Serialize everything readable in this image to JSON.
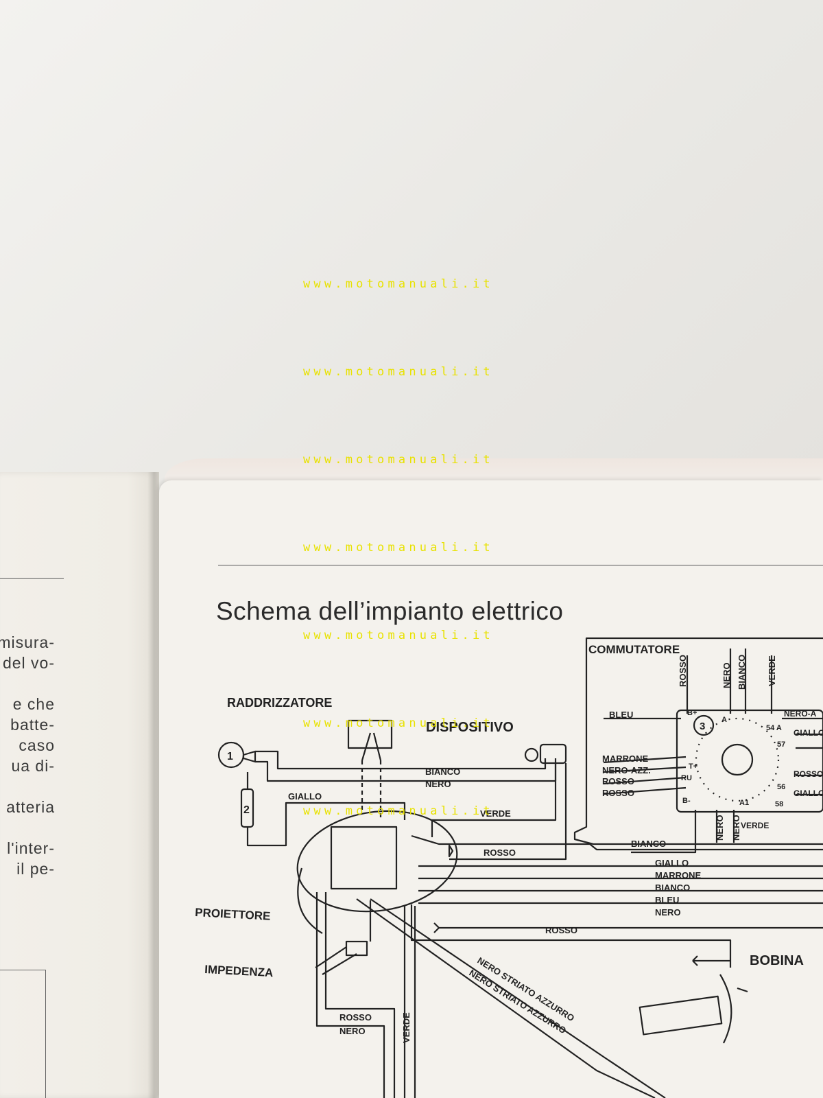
{
  "watermark": {
    "text": "www.motomanuali.it",
    "color": "#e8e200"
  },
  "left_page": {
    "lines": [
      "misura-",
      "del vo-",
      "e che",
      "batte-",
      "caso",
      "ua di-",
      "atteria",
      "l'inter-",
      "il pe-"
    ]
  },
  "right_page": {
    "title": "Schema dell’impianto elettrico"
  },
  "diagram": {
    "components": {
      "commutatore": "COMMUTATORE",
      "raddrizzatore": "RADDRIZZATORE",
      "dispositivo": "DISPOSITIVO",
      "proiettore": "PROIETTORE",
      "impedenza": "IMPEDENZA",
      "bobina": "BOBINA",
      "num_1": "1",
      "num_2": "2",
      "num_3": "3"
    },
    "wires": {
      "bianco": "BIANCO",
      "nero": "NERO",
      "giallo": "GIALLO",
      "verde": "VERDE",
      "rosso": "ROSSO",
      "marrone": "MARRONE",
      "bleu": "BLEU",
      "nero_azz": "NERO-AZZ.",
      "nero_striato_azzurro": "NERO STRIATO AZZURRO",
      "nero_a": "NERO-A",
      "giallo_r": "GIALLO",
      "rosso_r": "ROSSO"
    },
    "terminals": {
      "b_plus": "B+",
      "t_plus": "T+",
      "ru": "RU",
      "b_minus": "B-",
      "a": "A",
      "a1": "A1",
      "t54a": "54 A",
      "t57": "57",
      "t56": "56",
      "t58": "58"
    }
  }
}
